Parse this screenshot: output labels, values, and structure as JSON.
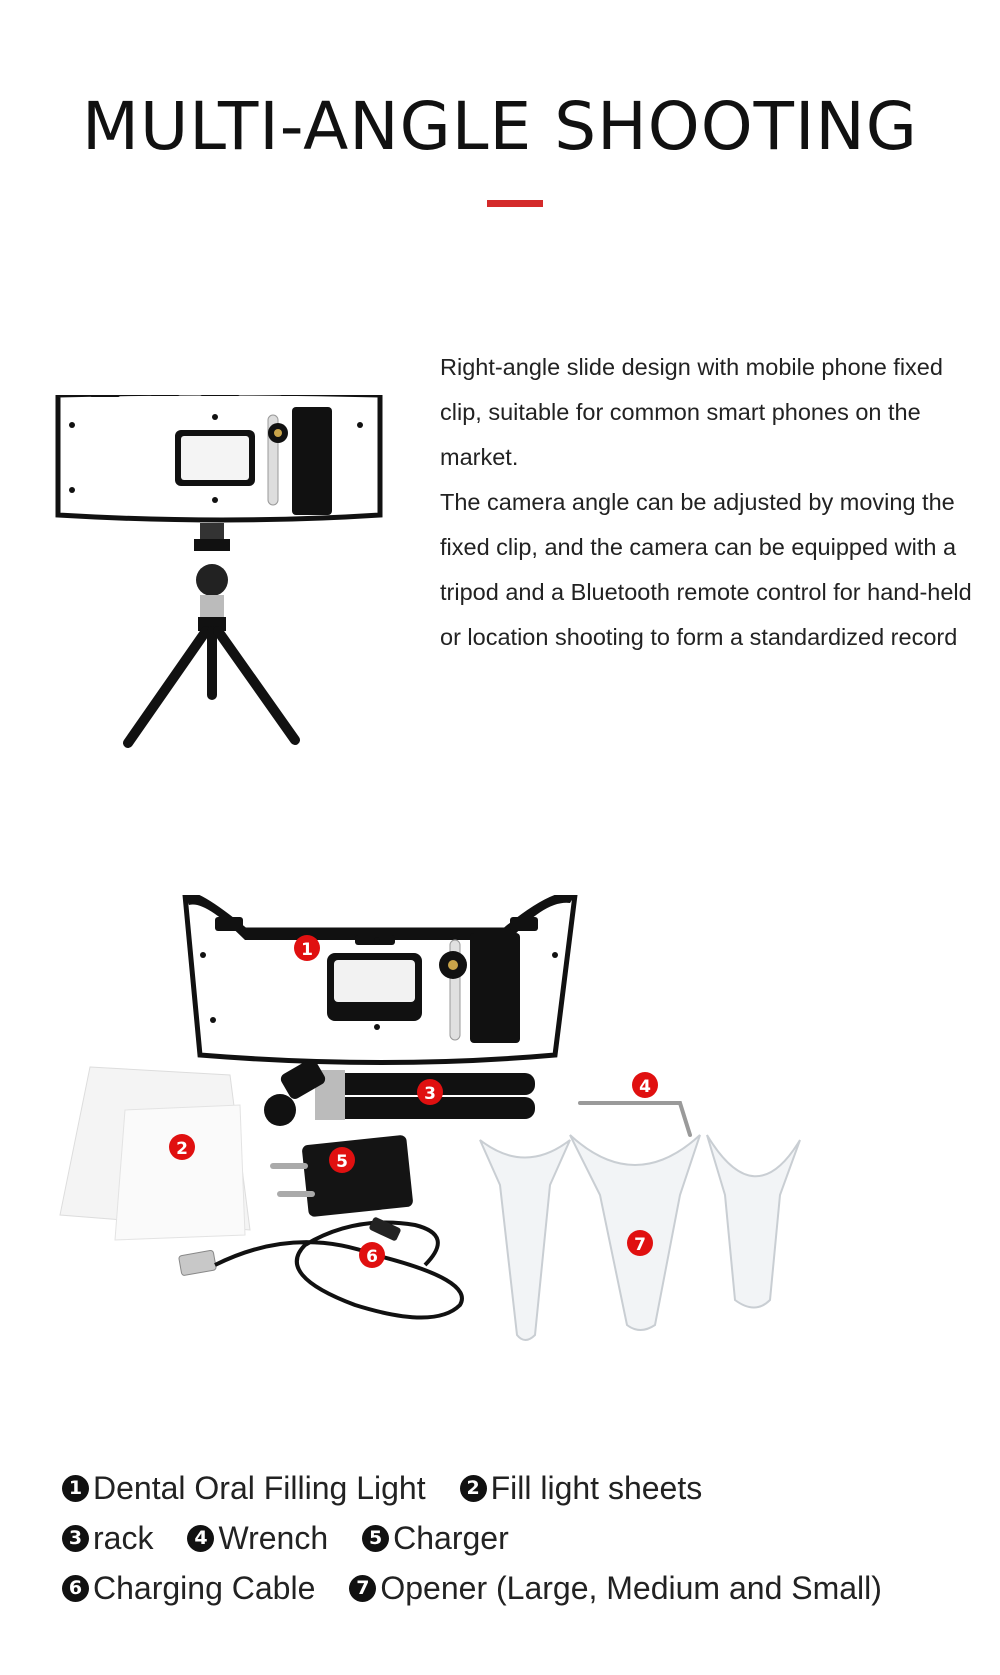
{
  "header": {
    "title": "MULTI-ANGLE SHOOTING",
    "accent_color": "#d42a2a"
  },
  "description": {
    "paragraph1": "Right-angle slide design with mobile phone fixed clip, suitable for common smart phones on the market.",
    "paragraph2": "The camera angle can be adjusted by moving the fixed clip, and the camera can be equipped with a tripod and a Bluetooth remote control for hand-held or location shooting to form a standardized record"
  },
  "markers": [
    "1",
    "2",
    "3",
    "4",
    "5",
    "6",
    "7"
  ],
  "legend": [
    {
      "num": "1",
      "label": "Dental Oral Filling Light"
    },
    {
      "num": "2",
      "label": "Fill light sheets"
    },
    {
      "num": "3",
      "label": "rack"
    },
    {
      "num": "4",
      "label": "Wrench"
    },
    {
      "num": "5",
      "label": "Charger"
    },
    {
      "num": "6",
      "label": "Charging Cable"
    },
    {
      "num": "7",
      "label": "Opener (Large, Medium and Small)"
    }
  ]
}
